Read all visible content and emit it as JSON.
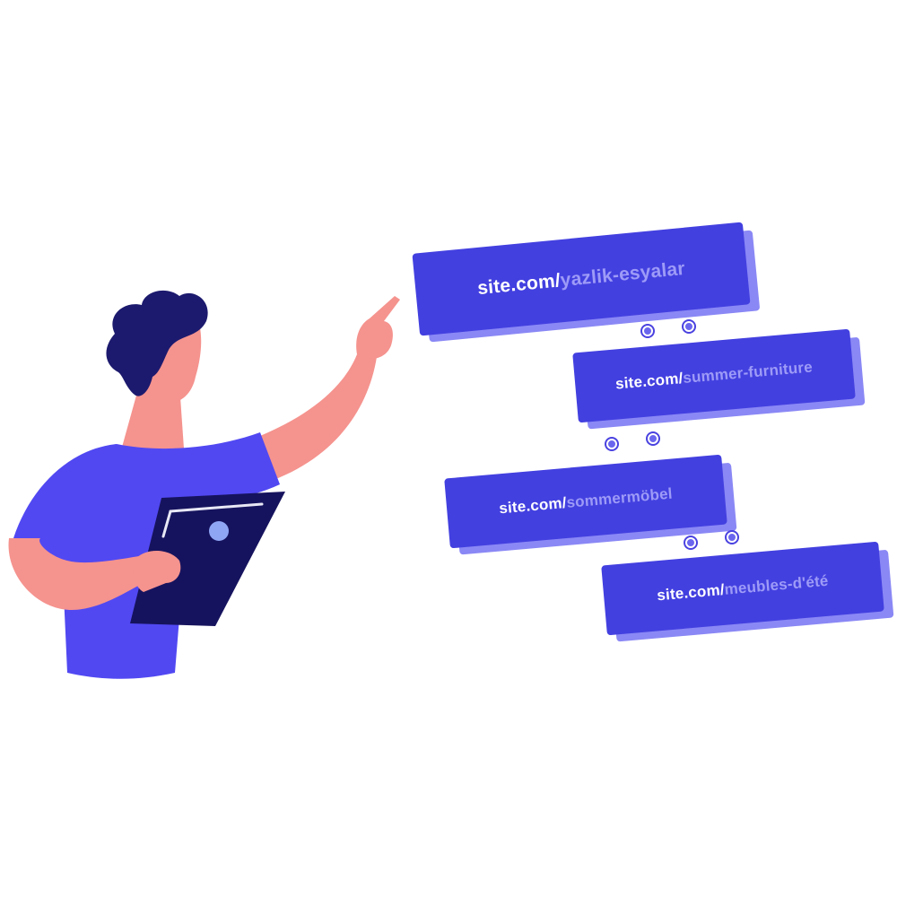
{
  "colors": {
    "card_front": "#4340e0",
    "card_back": "#8a88f5",
    "slug_text": "#9d9bf7",
    "domain_text": "#ffffff",
    "shirt": "#5148f2",
    "skin": "#f5938e",
    "hair": "#1c1a6e",
    "tablet": "#16135e",
    "tablet_dot": "#8fa6f5",
    "dot": "#6b66ee"
  },
  "cards": [
    {
      "domain": "site.com/",
      "slug": "yazlik-esyalar"
    },
    {
      "domain": "site.com/",
      "slug": "summer-furniture"
    },
    {
      "domain": "site.com/",
      "slug": "sommermöbel"
    },
    {
      "domain": "site.com/",
      "slug": "meubles-d'été"
    }
  ],
  "icons": {
    "person": "person-pointing-illustration",
    "tablet": "tablet-icon",
    "connector": "connector-dot-icon"
  }
}
